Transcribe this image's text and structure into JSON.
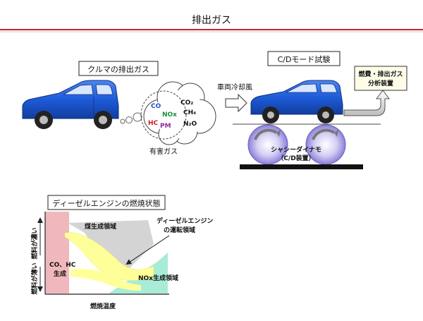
{
  "page": {
    "title": "排出ガス"
  },
  "car_exhaust": {
    "label": "クルマの排出ガス",
    "cloud_label": "有害ガス",
    "harmful": {
      "co": "CO",
      "nox": "NOx",
      "hc": "HC",
      "pm": "PM"
    },
    "others": {
      "co2": "CO₂",
      "ch4": "CH₄",
      "n2o": "N₂O"
    }
  },
  "cd_test": {
    "label": "C/Dモード試験",
    "wind_label": "車両冷却風",
    "analyzer_line1": "燃費・排出ガス",
    "analyzer_line2": "分析装置",
    "dyno_line1": "シャシーダイナモ",
    "dyno_line2": "（C/D装置）"
  },
  "diesel": {
    "label": "ディーゼルエンジンの燃焼状態",
    "y_rich": "燃料が濃い",
    "y_lean": "燃料が薄い",
    "x_label": "燃焼温度",
    "soot_region": "煤生成領域",
    "co_hc_line1": "CO、HC",
    "co_hc_line2": "生成",
    "nox_region": "NOx生成領域",
    "operating_line1": "ディーゼルエンジン",
    "operating_line2": "の運転領域"
  },
  "colors": {
    "title_rule": "#c0282d",
    "car_body": "#1e5bd8",
    "soot_gray": "#d4d4d4",
    "operating_yellow": "#ffff99",
    "nox_teal": "#a8ecd8",
    "co_hc_pink": "#f0b8bc"
  }
}
